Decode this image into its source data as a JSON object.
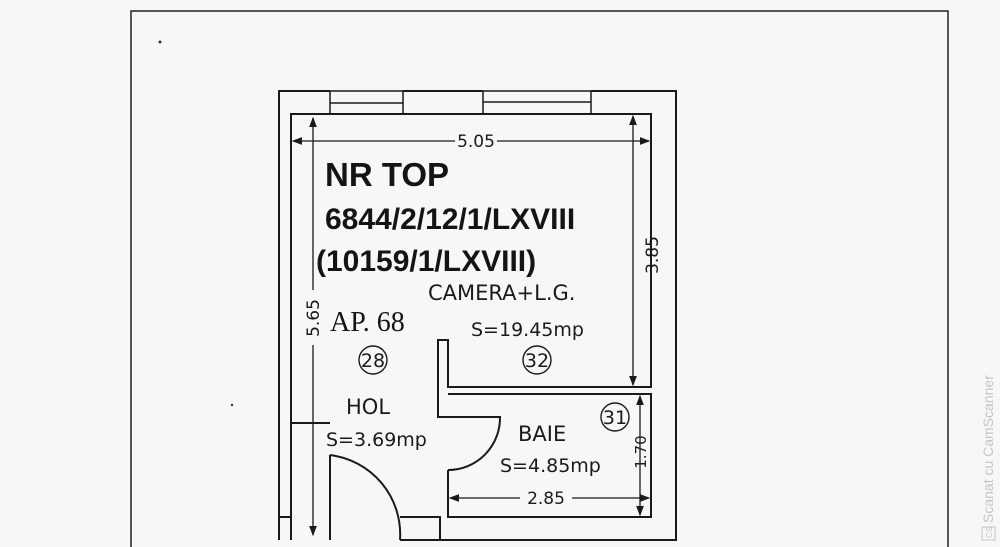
{
  "plan": {
    "title_line1": "NR TOP",
    "title_line2": "6844/2/12/1/LXVIII",
    "title_line3": "(10159/1/LXVIII)",
    "apartment": "AP. 68",
    "dimensions": {
      "width_total": "5.05",
      "camera_height": "3.85",
      "total_height": "5.65",
      "baie_height": "1.70",
      "baie_width": "2.85"
    },
    "rooms": [
      {
        "name": "CAMERA+L.G.",
        "area": "S=19.45mp",
        "number": "32"
      },
      {
        "name": "HOL",
        "area": "S=3.69mp",
        "number": "28"
      },
      {
        "name": "BAIE",
        "area": "S=4.85mp",
        "number": "31"
      }
    ]
  },
  "watermark": {
    "text": "Scanat cu CamScanner",
    "badge": "CS"
  }
}
